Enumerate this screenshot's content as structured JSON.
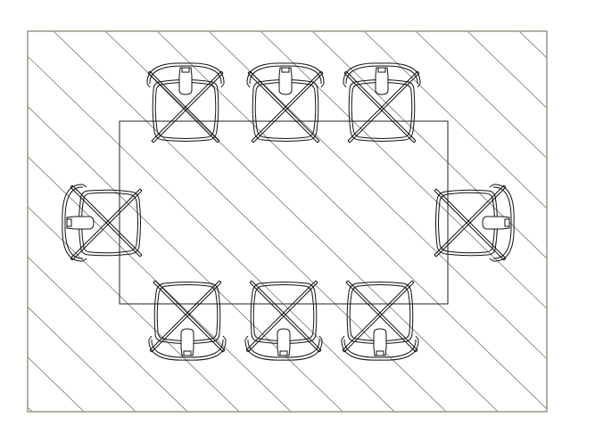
{
  "drawing": {
    "subject": "dining-table-plan",
    "colors": {
      "border": "#8f9c80",
      "hatch": "#6f7f5e",
      "linework": "#111111"
    },
    "chairs": [
      {
        "side": "top"
      },
      {
        "side": "top"
      },
      {
        "side": "top"
      },
      {
        "side": "left"
      },
      {
        "side": "right"
      },
      {
        "side": "bottom"
      },
      {
        "side": "bottom"
      },
      {
        "side": "bottom"
      }
    ]
  }
}
